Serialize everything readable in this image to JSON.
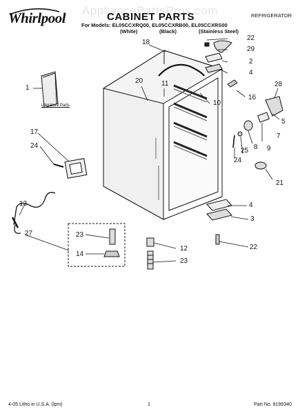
{
  "watermark": "AppliancePartsPros.com",
  "header": {
    "brand": "Whirlpool",
    "title": "CABINET PARTS",
    "category": "REFRIGERATOR",
    "models_line": "For Models: EL05CCXRQ00, EL05CCXRB00, EL05CCXRS00",
    "variants": [
      "(White)",
      "(Black)",
      "(Stainless Steel)"
    ]
  },
  "diagram": {
    "literature_caption": "Literature Parts",
    "callouts": [
      {
        "id": "c1",
        "label": "1"
      },
      {
        "id": "c2",
        "label": "2"
      },
      {
        "id": "c3",
        "label": "3"
      },
      {
        "id": "c4a",
        "label": "4"
      },
      {
        "id": "c4b",
        "label": "4"
      },
      {
        "id": "c5",
        "label": "5"
      },
      {
        "id": "c7",
        "label": "7"
      },
      {
        "id": "c8",
        "label": "8"
      },
      {
        "id": "c9",
        "label": "9"
      },
      {
        "id": "c10",
        "label": "10"
      },
      {
        "id": "c11",
        "label": "11"
      },
      {
        "id": "c12",
        "label": "12"
      },
      {
        "id": "c13",
        "label": "13"
      },
      {
        "id": "c14",
        "label": "14"
      },
      {
        "id": "c16",
        "label": "16"
      },
      {
        "id": "c17",
        "label": "17"
      },
      {
        "id": "c18",
        "label": "18"
      },
      {
        "id": "c20",
        "label": "20"
      },
      {
        "id": "c21",
        "label": "21"
      },
      {
        "id": "c22a",
        "label": "22"
      },
      {
        "id": "c22b",
        "label": "22"
      },
      {
        "id": "c23a",
        "label": "23"
      },
      {
        "id": "c23b",
        "label": "23"
      },
      {
        "id": "c24a",
        "label": "24"
      },
      {
        "id": "c24b",
        "label": "24"
      },
      {
        "id": "c25",
        "label": "25"
      },
      {
        "id": "c27",
        "label": "27"
      },
      {
        "id": "c28",
        "label": "28"
      },
      {
        "id": "c29",
        "label": "29"
      }
    ]
  },
  "footer": {
    "left": "4-05 Litho in U.S.A. (lpm)",
    "center": "1",
    "right": "Part No. 8199340"
  }
}
